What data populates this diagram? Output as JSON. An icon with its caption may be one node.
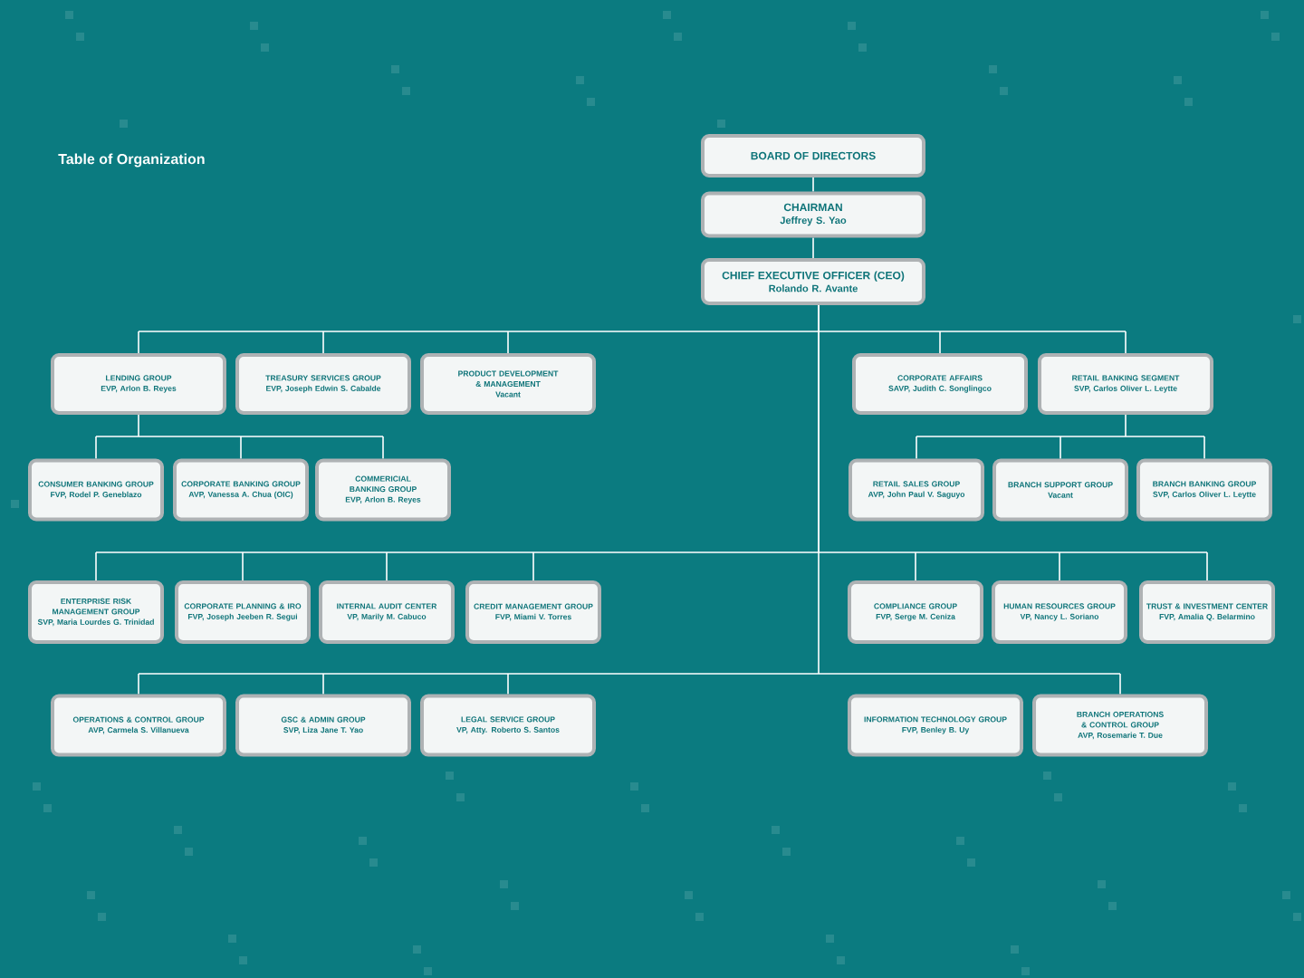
{
  "diagram": {
    "title": "Table of Organization",
    "nodes": [
      {
        "text": [
          "BOARD OF DIRECTORS"
        ]
      },
      {
        "text": [
          "CHAIRMAN",
          "Jeffrey S. Yao"
        ]
      },
      {
        "text": [
          "CHIEF EXECUTIVE OFFICER (CEO)",
          "Rolando R. Avante"
        ]
      },
      {
        "text": [
          "LENDING GROUP",
          "EVP, Arlon B. Reyes"
        ]
      },
      {
        "text": [
          "TREASURY SERVICES GROUP",
          "EVP, Joseph Edwin S. Cabalde"
        ]
      },
      {
        "text": [
          "PRODUCT DEVELOPMENT & MANAGEMENT",
          "Vacant"
        ]
      },
      {
        "text": [
          "CORPORATE AFFAIRS",
          "SAVP, Judith C. Songlingco"
        ]
      },
      {
        "text": [
          "RETAIL BANKING SEGMENT",
          "SVP, Carlos Oliver L. Leytte"
        ]
      },
      {
        "text": [
          "CONSUMER BANKING GROUP",
          "FVP, Rodel P. Geneblazo"
        ]
      },
      {
        "text": [
          "CORPORATE BANKING GROUP",
          "AVP, Vanessa A. Chua (OIC)"
        ]
      },
      {
        "text": [
          "COMMERICIAL BANKING GROUP",
          "EVP, Arlon B. Reyes"
        ]
      },
      {
        "text": [
          "RETAIL SALES GROUP",
          "AVP, John Paul V. Saguyo"
        ]
      },
      {
        "text": [
          "BRANCH SUPPORT GROUP",
          "Vacant"
        ]
      },
      {
        "text": [
          "BRANCH BANKING GROUP",
          "SVP, Carlos Oliver L. Leytte"
        ]
      },
      {
        "text": [
          "ENTERPRISE RISK MANAGEMENT GROUP",
          "SVP, Maria Lourdes G. Trinidad"
        ]
      },
      {
        "text": [
          "CORPORATE PLANNING & IRO",
          "FVP, Joseph Jeeben R. Segui"
        ]
      },
      {
        "text": [
          "INTERNAL AUDIT CENTER",
          "VP, Marily M. Cabuco"
        ]
      },
      {
        "text": [
          "CREDIT MANAGEMENT GROUP",
          "FVP, Miami V. Torres"
        ]
      },
      {
        "text": [
          "COMPLIANCE GROUP",
          "FVP, Serge M. Ceniza"
        ]
      },
      {
        "text": [
          "HUMAN RESOURCES GROUP",
          "VP, Nancy L. Soriano"
        ]
      },
      {
        "text": [
          "TRUST & INVESTMENT CENTER",
          "FVP, Amalia Q. Belarmino"
        ]
      },
      {
        "text": [
          "OPERATIONS & CONTROL GROUP",
          "AVP, Carmela S. Villanueva"
        ]
      },
      {
        "text": [
          "GSC & ADMIN GROUP",
          "SVP, Liza Jane T. Yao"
        ]
      },
      {
        "text": [
          "LEGAL SERVICE GROUP",
          "VP, Atty. Roberto S. Santos"
        ]
      },
      {
        "text": [
          "INFORMATION TECHNOLOGY GROUP",
          "FVP, Benley B. Uy"
        ]
      },
      {
        "text": [
          "BRANCH OPERATIONS & CONTROL GROUP",
          "AVP, Rosemarie T. Due"
        ]
      }
    ],
    "edges": [
      {
        "from": 0,
        "to": 1,
        "arrow": "none"
      },
      {
        "from": 1,
        "to": 2,
        "arrow": "none"
      },
      {
        "from": 2,
        "to": 3,
        "arrow": "none"
      },
      {
        "from": 2,
        "to": 4,
        "arrow": "none"
      },
      {
        "from": 2,
        "to": 5,
        "arrow": "none"
      },
      {
        "from": 2,
        "to": 6,
        "arrow": "none"
      },
      {
        "from": 2,
        "to": 7,
        "arrow": "none"
      },
      {
        "from": 3,
        "to": 8,
        "arrow": "none"
      },
      {
        "from": 3,
        "to": 9,
        "arrow": "none"
      },
      {
        "from": 3,
        "to": 10,
        "arrow": "none"
      },
      {
        "from": 7,
        "to": 11,
        "arrow": "none"
      },
      {
        "from": 7,
        "to": 12,
        "arrow": "none"
      },
      {
        "from": 7,
        "to": 13,
        "arrow": "none"
      },
      {
        "from": 2,
        "to": 14,
        "arrow": "none"
      },
      {
        "from": 2,
        "to": 15,
        "arrow": "none"
      },
      {
        "from": 2,
        "to": 16,
        "arrow": "none"
      },
      {
        "from": 2,
        "to": 17,
        "arrow": "none"
      },
      {
        "from": 2,
        "to": 18,
        "arrow": "none"
      },
      {
        "from": 2,
        "to": 19,
        "arrow": "none"
      },
      {
        "from": 2,
        "to": 20,
        "arrow": "none"
      },
      {
        "from": 2,
        "to": 21,
        "arrow": "none"
      },
      {
        "from": 2,
        "to": 22,
        "arrow": "none"
      },
      {
        "from": 2,
        "to": 23,
        "arrow": "none"
      },
      {
        "from": 2,
        "to": 25,
        "arrow": "none"
      }
    ]
  }
}
